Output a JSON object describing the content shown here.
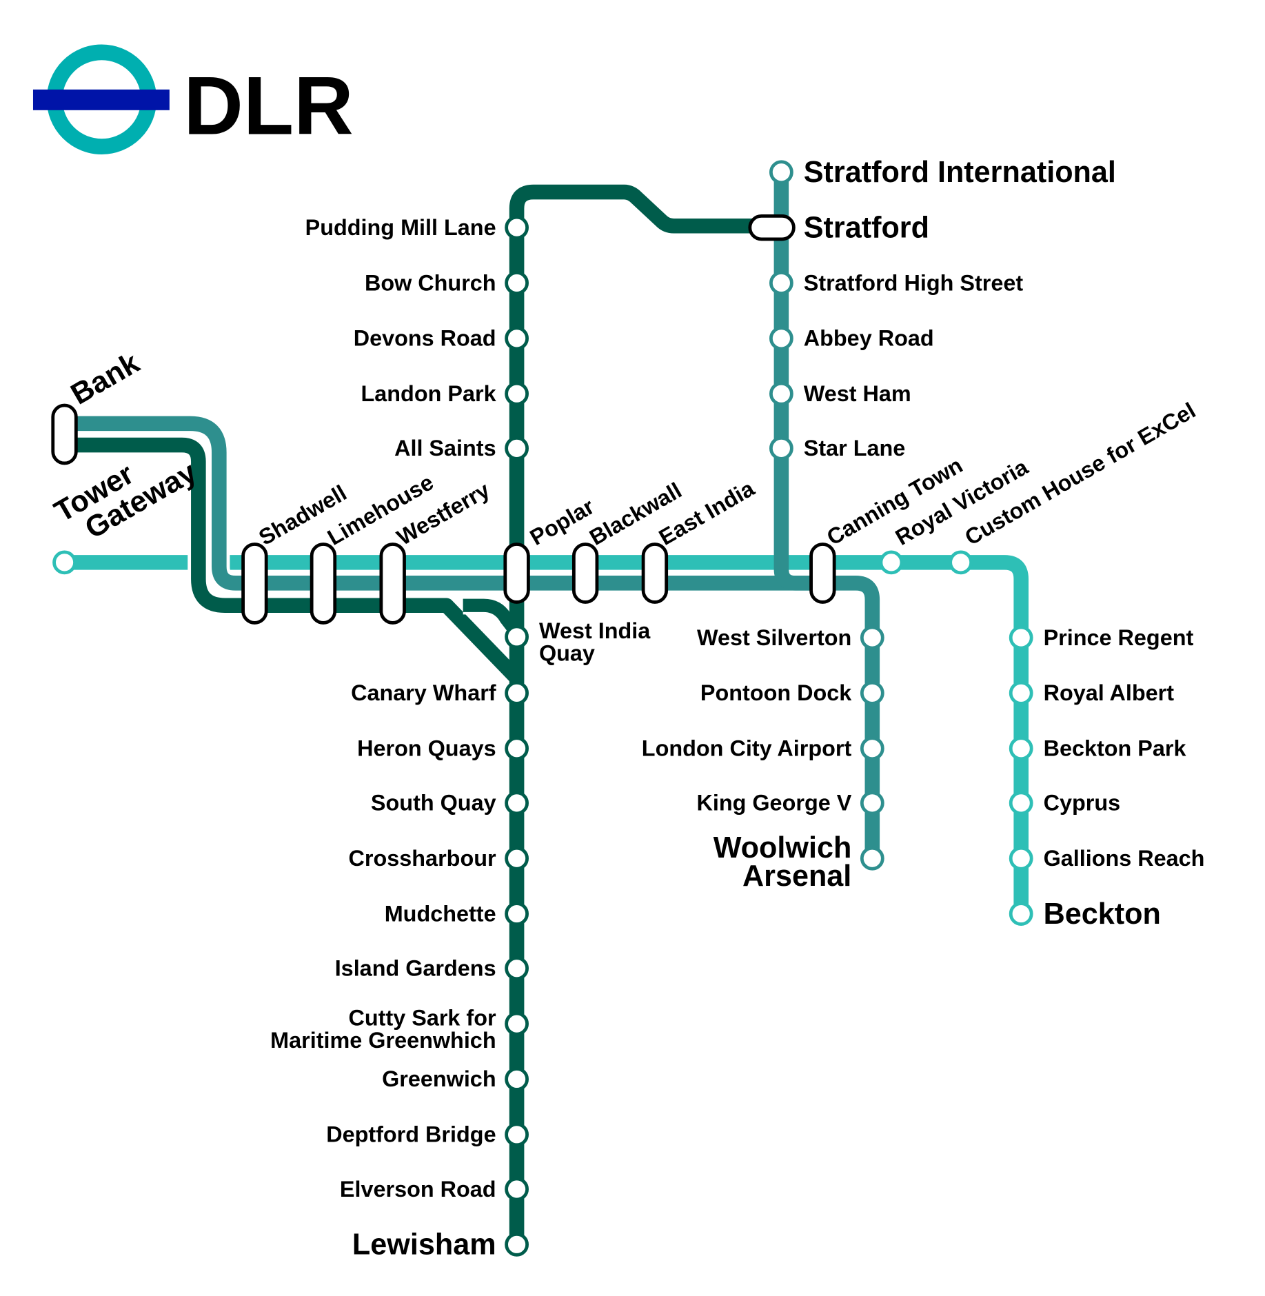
{
  "title": "DLR",
  "colors": {
    "logo_ring": "#00afb0",
    "logo_bar": "#0014a8",
    "dark_line": "#005c4b",
    "teal_line": "#2e8f8e",
    "light_line": "#2ebfb6",
    "interchange_stroke": "#000000"
  },
  "stations": [
    "Stratford International",
    "Stratford",
    "Stratford High Street",
    "Abbey Road",
    "West Ham",
    "Star Lane",
    "Pudding Mill Lane",
    "Bow Church",
    "Devons Road",
    "Landon Park",
    "All Saints",
    "Bank",
    "Tower\nGateway",
    "Shadwell",
    "Limehouse",
    "Westferry",
    "Poplar",
    "Blackwall",
    "East India",
    "West India\nQuay",
    "Canary Wharf",
    "Heron Quays",
    "South Quay",
    "Crossharbour",
    "Mudchette",
    "Island Gardens",
    "Cutty Sark for\nMaritime Greenwhich",
    "Greenwich",
    "Deptford Bridge",
    "Elverson Road",
    "Lewisham",
    "Canning Town",
    "Royal Victoria",
    "Custom House for ExCel",
    "West Silverton",
    "Pontoon Dock",
    "London City Airport",
    "King George V",
    "Woolwich\nArsenal",
    "Prince Regent",
    "Royal Albert",
    "Beckton Park",
    "Cyprus",
    "Gallions Reach",
    "Beckton"
  ]
}
